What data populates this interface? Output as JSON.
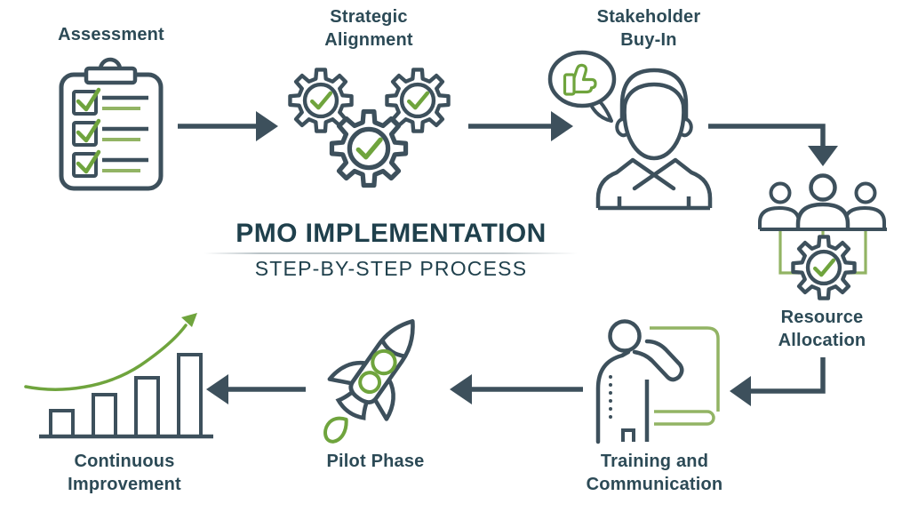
{
  "title": {
    "main": "PMO IMPLEMENTATION",
    "subtitle": "STEP-BY-STEP PROCESS"
  },
  "colors": {
    "background": "#ffffff",
    "dark_slate": "#3d505c",
    "label_text": "#2c4a56",
    "title_text": "#1f404c",
    "green": "#6fa43d",
    "green_soft": "#92b464",
    "divider": "#b9c3c7"
  },
  "steps": [
    {
      "name": "assessment",
      "lines": [
        "Assessment"
      ],
      "icon": "clipboard-checklist-icon"
    },
    {
      "name": "strategic-alignment",
      "lines": [
        "Strategic",
        "Alignment"
      ],
      "icon": "gears-checkmarks-icon"
    },
    {
      "name": "stakeholder-buy-in",
      "lines": [
        "Stakeholder",
        "Buy-In"
      ],
      "icon": "person-thumbs-up-speech-bubble-icon"
    },
    {
      "name": "resource-allocation",
      "lines": [
        "Resource",
        "Allocation"
      ],
      "icon": "team-gear-icon"
    },
    {
      "name": "training-and-communication",
      "lines": [
        "Training and",
        "Communication"
      ],
      "icon": "presenter-flipchart-icon"
    },
    {
      "name": "pilot-phase",
      "lines": [
        "Pilot Phase"
      ],
      "icon": "rocket-icon"
    },
    {
      "name": "continuous-improvement",
      "lines": [
        "Continuous",
        "Improvement"
      ],
      "icon": "growth-bar-chart-icon"
    }
  ],
  "flow": [
    {
      "from": "assessment",
      "to": "strategic-alignment"
    },
    {
      "from": "strategic-alignment",
      "to": "stakeholder-buy-in"
    },
    {
      "from": "stakeholder-buy-in",
      "to": "resource-allocation"
    },
    {
      "from": "resource-allocation",
      "to": "training-and-communication"
    },
    {
      "from": "training-and-communication",
      "to": "pilot-phase"
    },
    {
      "from": "pilot-phase",
      "to": "continuous-improvement"
    }
  ]
}
